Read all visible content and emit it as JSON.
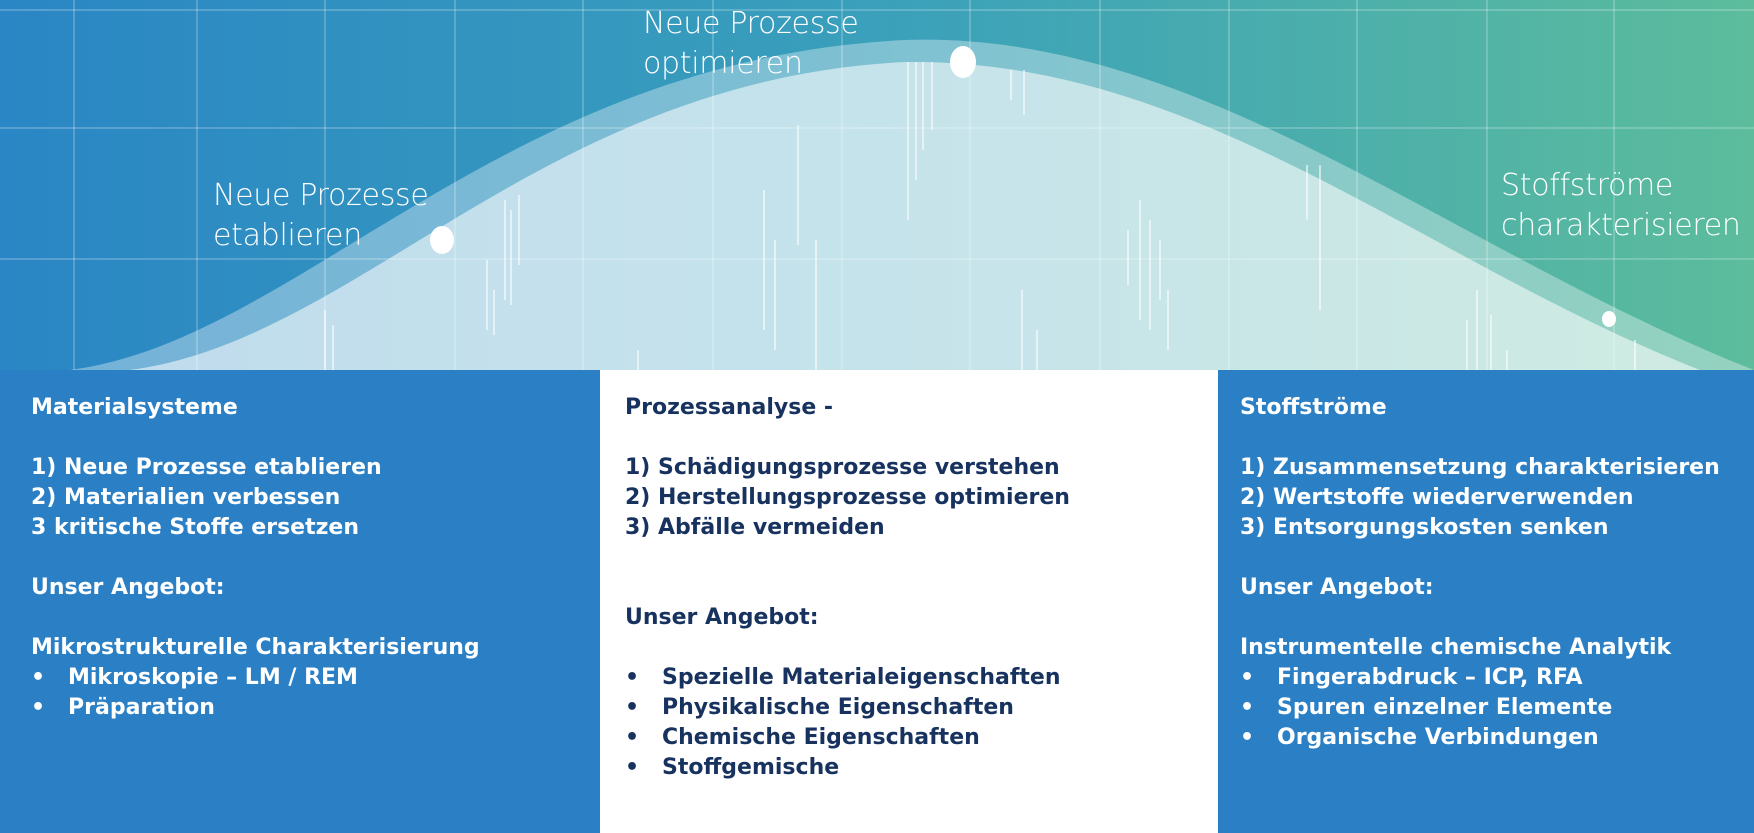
{
  "stages": {
    "left": {
      "line1": "Neue Prozesse",
      "line2": "etablieren"
    },
    "top": {
      "line1": "Neue Prozesse",
      "line2": "optimieren"
    },
    "right": {
      "line1": "Stoffströme",
      "line2": "charakterisieren"
    }
  },
  "panels": {
    "materials": {
      "title": "Materialsysteme",
      "goals": [
        "1) Neue Prozesse etablieren",
        "2) Materialien verbessen",
        "3 kritische Stoffe ersetzen"
      ],
      "offer_heading": "Unser Angebot:",
      "offer_title": "Mikrostrukturelle Charakterisierung",
      "bullets": [
        "Mikroskopie – LM / REM",
        "Präparation"
      ]
    },
    "process": {
      "title": "Prozessanalyse -",
      "goals": [
        "1) Schädigungsprozesse verstehen",
        "2) Herstellungsprozesse optimieren",
        "3) Abfälle vermeiden"
      ],
      "offer_heading": "Unser Angebot:",
      "bullets": [
        "Spezielle Materialeigenschaften",
        "Physikalische Eigenschaften",
        "Chemische Eigenschaften",
        "Stoffgemische"
      ]
    },
    "flows": {
      "title": "Stoffströme",
      "goals": [
        "1) Zusammensetzung charakterisieren",
        "2) Wertstoffe wiederverwenden",
        "3) Entsorgungskosten senken"
      ],
      "offer_heading": "Unser Angebot:",
      "offer_title": "Instrumentelle chemische Analytik",
      "bullets": [
        "Fingerabdruck – ICP, RFA",
        "Spuren einzelner Elemente",
        "Organische Verbindungen"
      ]
    }
  },
  "bullet_symbol": "•",
  "colors": {
    "hero_left": "#2a86c4",
    "hero_right": "#5cbc9c",
    "panel_blue": "#2a7fc5",
    "panel_text_dark": "#17325f"
  }
}
